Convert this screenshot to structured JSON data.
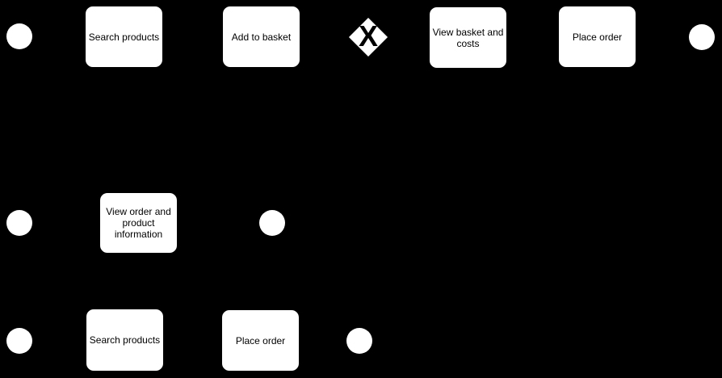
{
  "diagram": {
    "type": "bpmn-process-flow",
    "colors": {
      "background": "#000000",
      "shape_fill": "#ffffff",
      "shape_text": "#000000",
      "gateway_marker": "#000000"
    },
    "rows": [
      {
        "nodes": [
          {
            "type": "start-event",
            "label": ""
          },
          {
            "type": "task",
            "label": "Search products"
          },
          {
            "type": "task",
            "label": "Add to basket"
          },
          {
            "type": "exclusive-gateway",
            "marker": "X"
          },
          {
            "type": "task",
            "label": "View basket and costs"
          },
          {
            "type": "task",
            "label": "Place order"
          },
          {
            "type": "end-event",
            "label": ""
          }
        ]
      },
      {
        "nodes": [
          {
            "type": "start-event",
            "label": ""
          },
          {
            "type": "task",
            "label": "View order and product information"
          },
          {
            "type": "end-event",
            "label": ""
          }
        ]
      },
      {
        "nodes": [
          {
            "type": "start-event",
            "label": ""
          },
          {
            "type": "task",
            "label": "Search products"
          },
          {
            "type": "task",
            "label": "Place order"
          },
          {
            "type": "end-event",
            "label": ""
          }
        ]
      }
    ]
  }
}
